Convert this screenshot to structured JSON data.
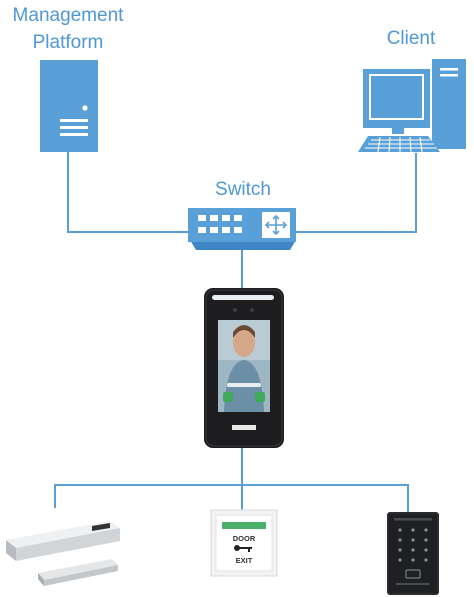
{
  "labels": {
    "management_line1": "Management",
    "management_line2": "Platform",
    "client": "Client",
    "switch": "Switch"
  },
  "devices": {
    "door_button_line1": "DOOR",
    "door_button_line2": "EXIT"
  },
  "colors": {
    "accent": "#4f97d6",
    "link": "#5aa0d8",
    "device_body": "#1d1d1f"
  },
  "icons": {
    "server": "server-icon",
    "client": "computer-icon",
    "switch": "network-switch-icon",
    "terminal": "face-recognition-terminal",
    "lock": "magnetic-lock",
    "exit": "exit-button",
    "reader": "card-reader"
  }
}
